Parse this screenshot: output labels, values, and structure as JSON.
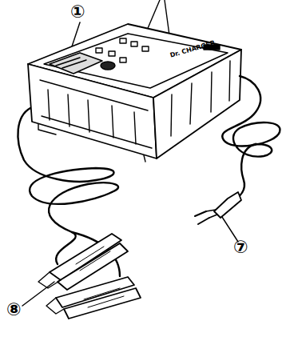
{
  "diagram": {
    "labels": [
      "①",
      "⑦",
      "⑧",
      "Dr. CHARGER"
    ]
  }
}
